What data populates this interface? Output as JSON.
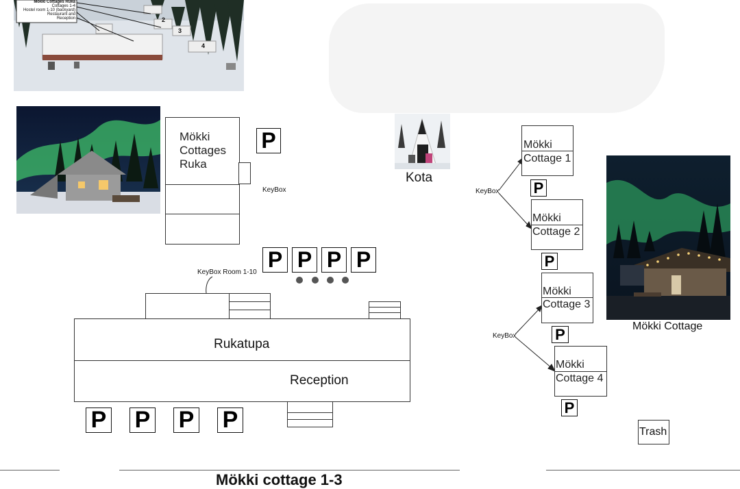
{
  "aerial": {
    "labels": [
      "Mökki Cottages Ruka",
      "Cottages 1-4",
      "Hostel room 1-10 (backyard)",
      "Restaurant and",
      "Reception"
    ],
    "numbers": [
      "2",
      "3",
      "4"
    ]
  },
  "main_building": {
    "name": "Mökki Cottages Ruka",
    "keybox_label": "KeyBox"
  },
  "kota": {
    "label": "Kota"
  },
  "parking": {
    "symbol": "P"
  },
  "restaurant": {
    "keybox_label": "KeyBox Room 1-10",
    "top_label": "Rukatupa",
    "bottom_label": "Reception"
  },
  "cottages": {
    "prefix": "Mökki",
    "items": [
      {
        "name": "Cottage 1"
      },
      {
        "name": "Cottage 2"
      },
      {
        "name": "Cottage 3"
      },
      {
        "name": "Cottage 4"
      }
    ],
    "keybox_label_1": "KeyBox",
    "keybox_label_2": "KeyBox"
  },
  "cottage_photo_caption": "Mökki Cottage",
  "trash_label": "Trash",
  "footer_text": "Mökki cottage 1-3",
  "colors": {
    "aurora_green": "#3fbf6a",
    "night_sky": "#10203a",
    "snow": "#e9edf1"
  }
}
